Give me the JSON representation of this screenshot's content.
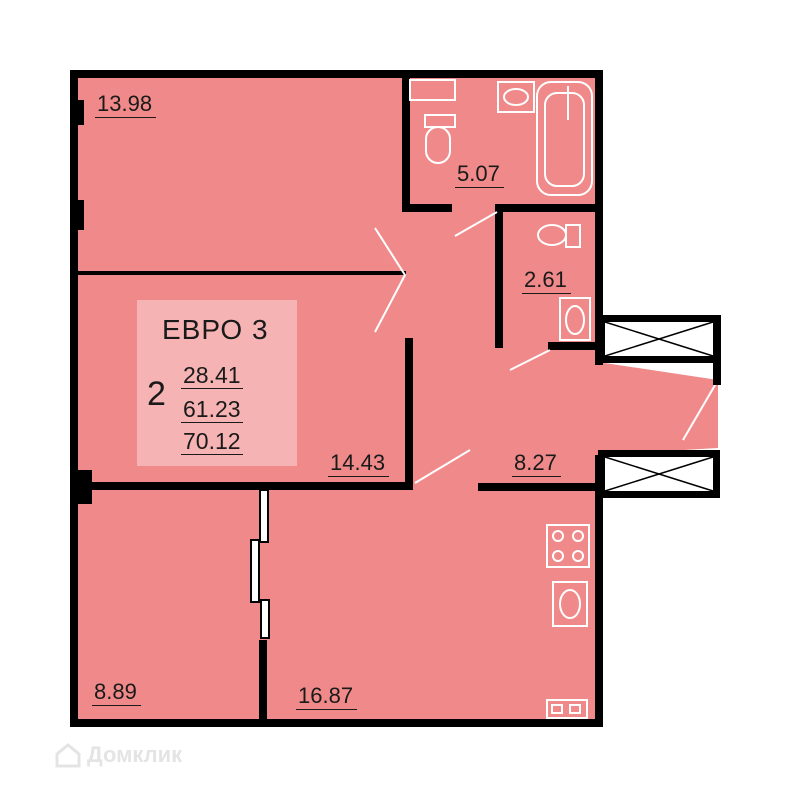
{
  "plan": {
    "fill_color": "#f08a8a",
    "wall_color": "#000000",
    "rooms": [
      {
        "id": "bedroom-top",
        "area": "13.98"
      },
      {
        "id": "bathroom",
        "area": "5.07"
      },
      {
        "id": "toilet",
        "area": "2.61"
      },
      {
        "id": "living",
        "area": "14.43"
      },
      {
        "id": "hall",
        "area": "8.27"
      },
      {
        "id": "bedroom-small",
        "area": "8.89"
      },
      {
        "id": "kitchen",
        "area": "16.87"
      }
    ]
  },
  "info": {
    "type": "ЕВРО 3",
    "rooms": "2",
    "living_area": "28.41",
    "total_area": "61.23",
    "total_with_balcony": "70.12"
  },
  "watermark": {
    "text": "Домклик",
    "icon": "house-icon"
  }
}
